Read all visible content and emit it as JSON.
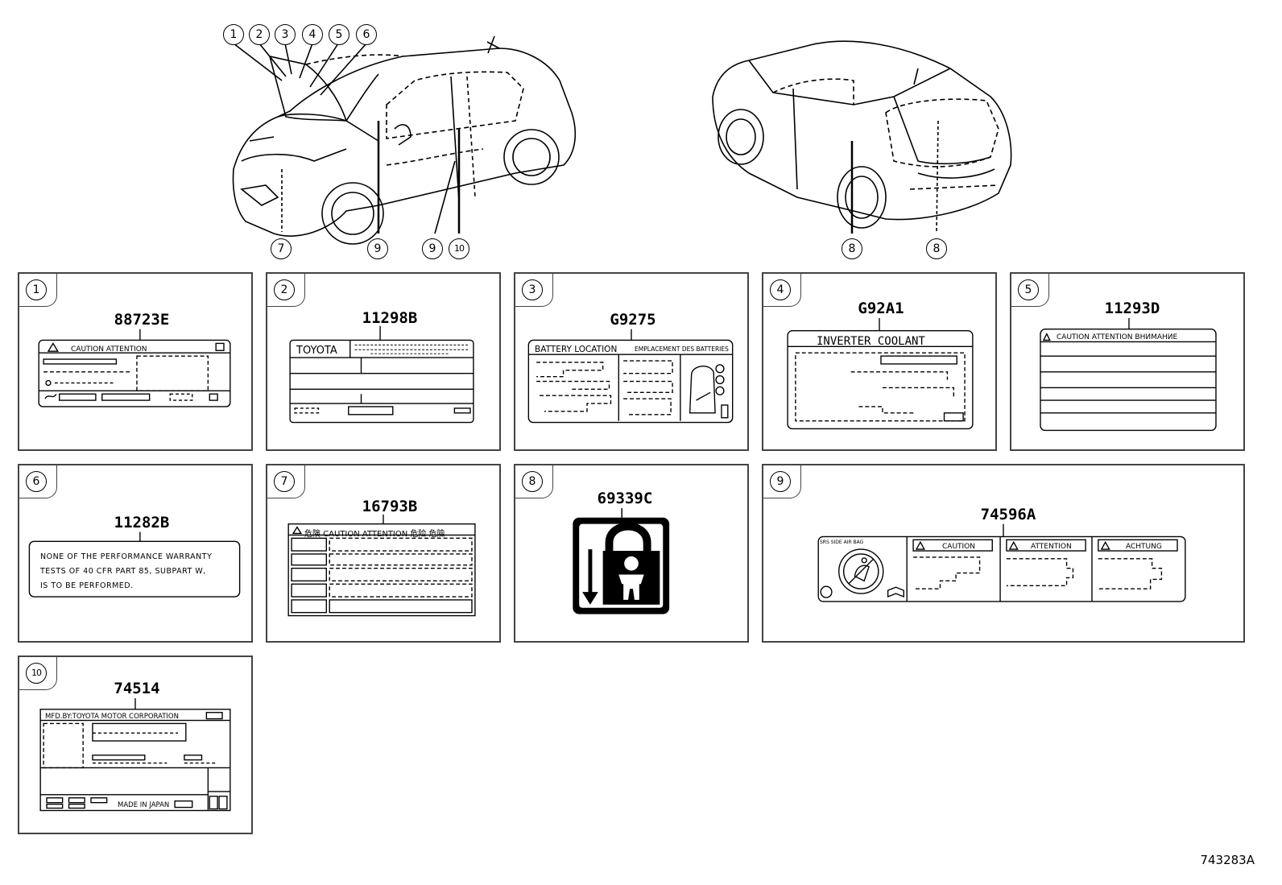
{
  "figure_id": "743283A",
  "overview": {
    "front_callouts": [
      "1",
      "2",
      "3",
      "4",
      "5",
      "6"
    ],
    "bottom_callouts_front": [
      "7",
      "9",
      "9",
      "10"
    ],
    "bottom_callouts_rear": [
      "8",
      "8"
    ]
  },
  "panels": [
    {
      "num": "1",
      "part": "88723E",
      "texts": [
        "CAUTION  ATTENTION"
      ]
    },
    {
      "num": "2",
      "part": "11298B",
      "texts": [
        "TOYOTA"
      ]
    },
    {
      "num": "3",
      "part": "G9275",
      "texts": [
        "BATTERY LOCATION",
        "EMPLACEMENT DES BATTERIES"
      ]
    },
    {
      "num": "4",
      "part": "G92A1",
      "texts": [
        "INVERTER  COOLANT"
      ]
    },
    {
      "num": "5",
      "part": "11293D",
      "texts": [
        "CAUTION ATTENTION ВНИМАНИЕ"
      ]
    },
    {
      "num": "6",
      "part": "11282B",
      "texts": [
        "NONE OF THE PERFORMANCE WARRANTY",
        "TESTS OF 40 CFR PART 85, SUBPART W,",
        "IS TO BE PERFORMED."
      ]
    },
    {
      "num": "7",
      "part": "16793B",
      "texts": [
        "危険  CAUTION  ATTENTION  危险  危險"
      ]
    },
    {
      "num": "8",
      "part": "69339C",
      "texts": []
    },
    {
      "num": "9",
      "part": "74596A",
      "texts": [
        "SRS SIDE AIR BAG",
        "CAUTION",
        "ATTENTION",
        "ACHTUNG"
      ]
    },
    {
      "num": "10",
      "part": "74514",
      "texts": [
        "MFD.BY:TOYOTA MOTOR CORPORATION",
        "MADE IN JAPAN"
      ]
    }
  ]
}
